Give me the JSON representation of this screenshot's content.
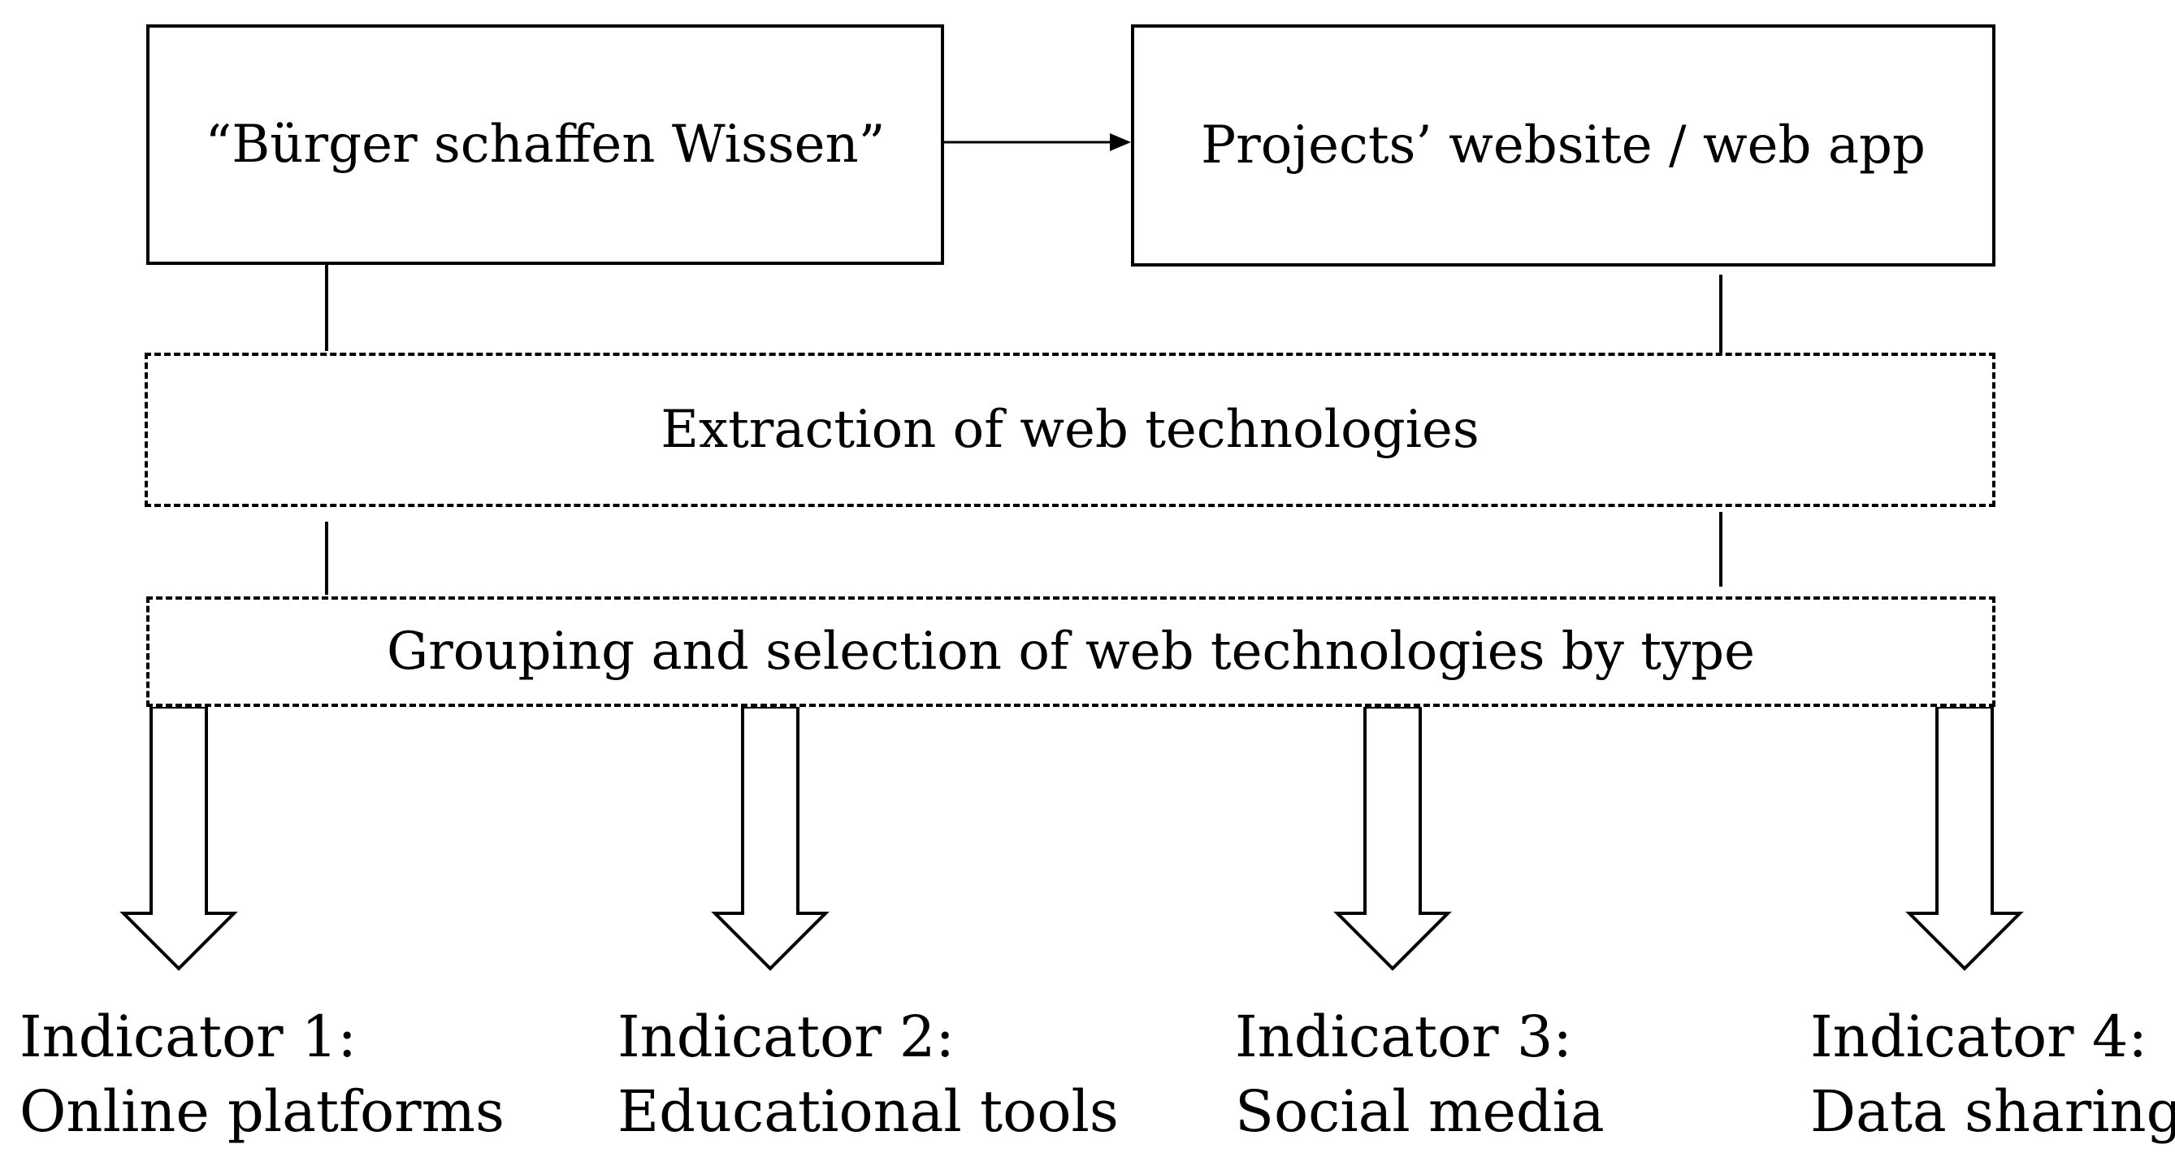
{
  "boxes": {
    "source": "“Bürger schaffen Wissen”",
    "website": "Projects’ website / web app",
    "extraction": "Extraction of web technologies",
    "grouping": "Grouping and selection of web technologies by type"
  },
  "indicators": [
    {
      "title": "Indicator 1:",
      "label": "Online platforms"
    },
    {
      "title": "Indicator 2:",
      "label": "Educational tools"
    },
    {
      "title": "Indicator 3:",
      "label": "Social media"
    },
    {
      "title": "Indicator 4:",
      "label": "Data sharing"
    }
  ]
}
